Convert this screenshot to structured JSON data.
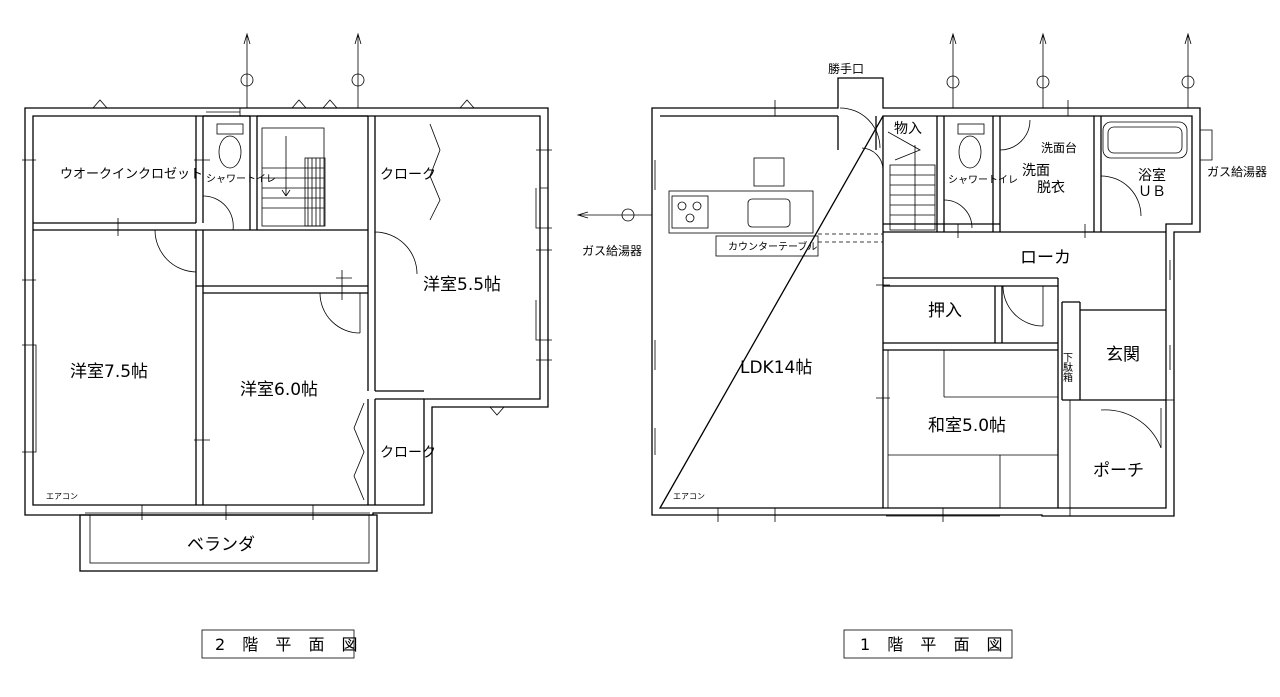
{
  "floor2": {
    "caption": "2 階 平 面 図",
    "rooms": {
      "walk_in_closet": "ウオークインクロゼット",
      "shower_toilet": "シャワートイレ",
      "closet_top": "クローク",
      "western_55": "洋室5.5帖",
      "western_75": "洋室7.5帖",
      "western_60": "洋室6.0帖",
      "closet_mid": "クローク",
      "veranda": "ベランダ",
      "aircon": "エアコン"
    }
  },
  "floor1": {
    "caption": "1 階 平 面 図",
    "rooms": {
      "back_door": "勝手口",
      "storage": "物入",
      "shower_toilet": "シャワートイレ",
      "washstand": "洗面台",
      "washroom_line1": "洗面",
      "washroom_line2": "脱衣",
      "bath_line1": "浴室",
      "bath_line2": "ＵＢ",
      "gas_heater_right": "ガス給湯器",
      "gas_heater_left": "ガス給湯器",
      "counter_table": "カウンターテーブル",
      "hallway": "ローカ",
      "oshiire": "押入",
      "genkan": "玄関",
      "shoe_box": "下駄箱",
      "ldk": "LDK14帖",
      "washitsu": "和室5.0帖",
      "porch": "ポーチ",
      "aircon": "エアコン"
    }
  }
}
